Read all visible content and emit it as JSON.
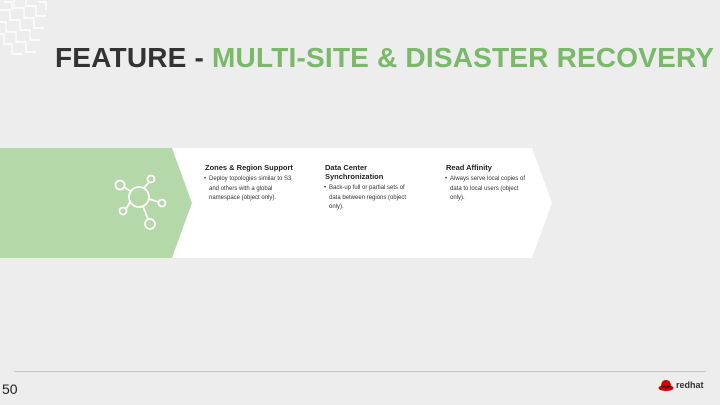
{
  "title": {
    "prefix": "FEATURE - ",
    "highlight": "MULTI-SITE & DISASTER RECOVERY"
  },
  "colors": {
    "accent_green": "#7ab86a",
    "band_green": "#b5d8a8",
    "title_dark": "#333333"
  },
  "hero_icon": "network-hub-icon",
  "features": [
    {
      "title": "Zones & Region Support",
      "bullet": "Deploy topologies similar to  S3 and others with a global namespace (object only)."
    },
    {
      "title": "Data Center Synchronization",
      "bullet": "Back-up full or partial sets  of data between regions  (object only)."
    },
    {
      "title": "Read Affinity",
      "bullet": "Always serve local copies  of data to local users  (object only)."
    }
  ],
  "footer": {
    "slide_number": "50",
    "logo_text": "redhat",
    "logo_icon": "redhat-fedora-icon"
  }
}
